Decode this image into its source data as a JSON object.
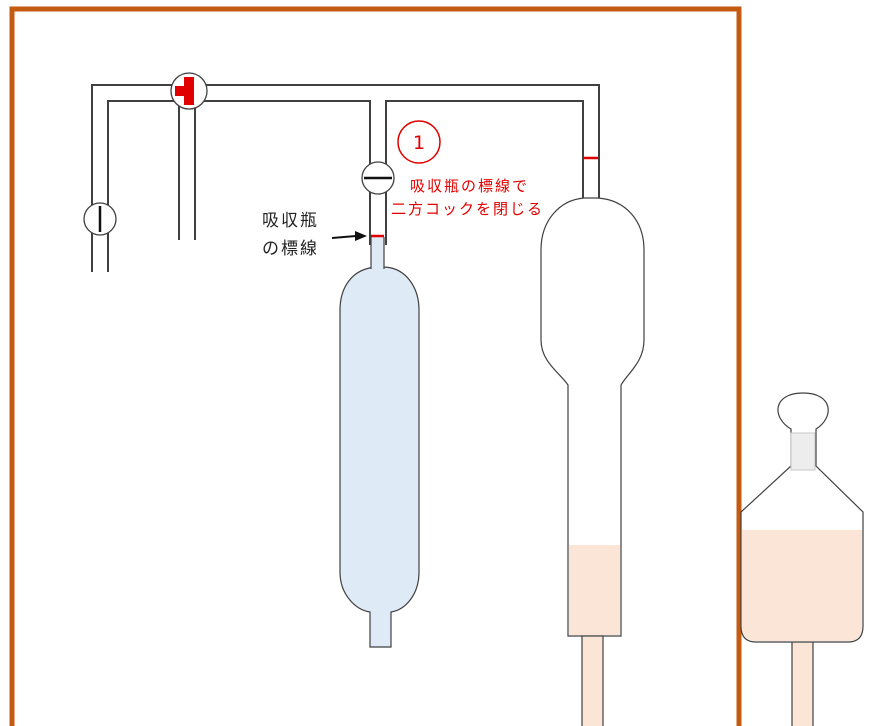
{
  "annotation": {
    "marker_label": "吸収瓶\nの標線",
    "step_number": "1",
    "instruction_line1": "吸収瓶の標線で",
    "instruction_line2": "二方コックを閉じる"
  },
  "colors": {
    "frame": "#c55a11",
    "stroke": "#404040",
    "absorber_fill": "#deebf7",
    "liquid_fill": "#fbe5d6",
    "accent_red": "#e00000",
    "window_fill": "#ededed",
    "white": "#ffffff"
  },
  "levels": {
    "burette_liquid_fraction": 0.36
  }
}
